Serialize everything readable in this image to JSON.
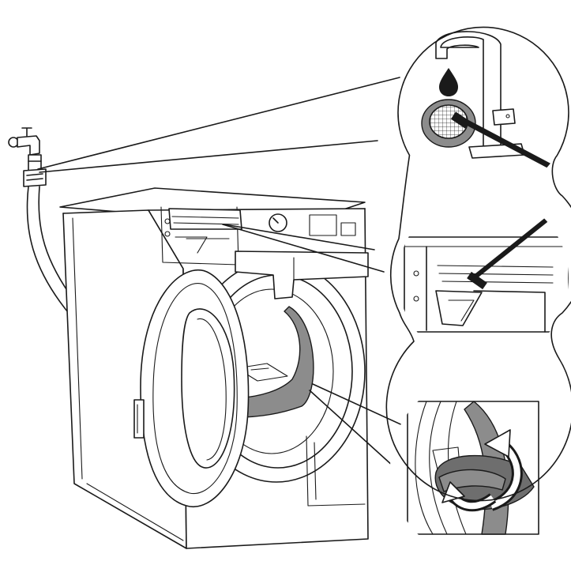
{
  "figure": {
    "subject": "washing-machine-cleaning-instructions",
    "colors": {
      "line": "#1a1a1a",
      "background": "#ffffff",
      "highlight": "#8c8c8c",
      "highlight_dark": "#6e6e6e"
    },
    "icons": [
      "water-tap-icon",
      "inlet-hose-icon",
      "washing-machine-icon",
      "faucet-icon",
      "water-drop-icon",
      "inlet-filter-icon",
      "brush-icon",
      "detergent-drawer-icon",
      "door-seal-icon",
      "rotate-arrow-icon"
    ],
    "callouts": [
      {
        "target": "inlet-hose-filter",
        "action": "rinse-under-tap-and-brush"
      },
      {
        "target": "detergent-drawer-housing",
        "action": "brush-clean"
      },
      {
        "target": "door-seal-gasket",
        "action": "fold-and-wipe"
      }
    ]
  }
}
